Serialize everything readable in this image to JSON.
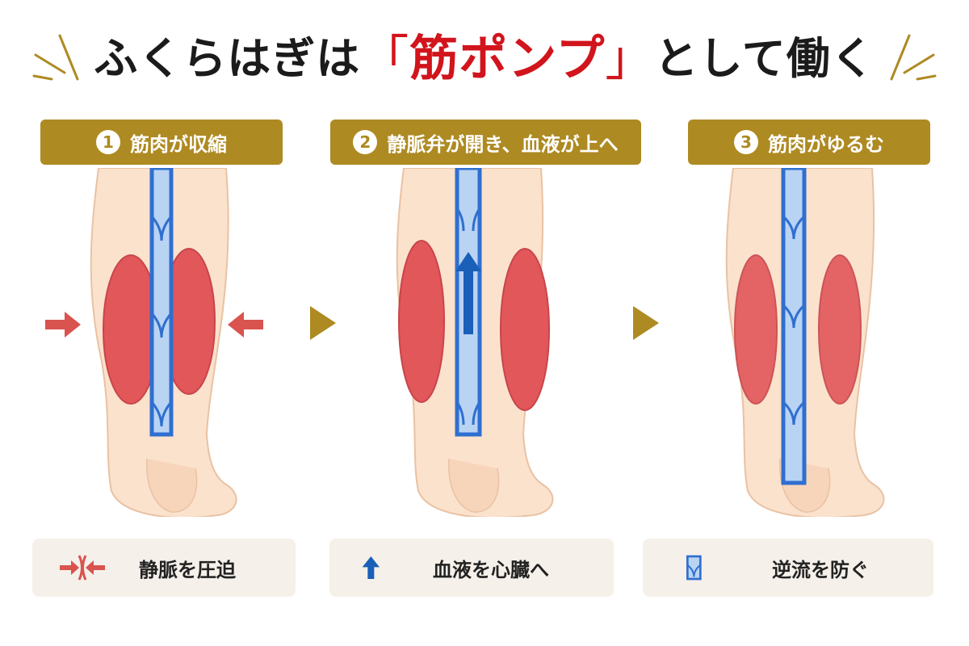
{
  "title": {
    "prefix": "ふくらはぎは",
    "open_bracket": "「",
    "highlight": "筋ポンプ",
    "close_bracket": "」",
    "suffix": "として働く"
  },
  "steps": [
    {
      "number": "1",
      "label": "筋肉が収縮"
    },
    {
      "number": "2",
      "label": "静脈弁が開き、血液が上へ"
    },
    {
      "number": "3",
      "label": "筋肉がゆるむ"
    }
  ],
  "info": [
    {
      "icon": "compress-arrows-icon",
      "text": "静脈を圧迫"
    },
    {
      "icon": "up-arrow-icon",
      "text": "血液を心臓へ"
    },
    {
      "icon": "vein-valve-icon",
      "text": "逆流を防ぐ"
    }
  ],
  "colors": {
    "gold": "#ae8a22",
    "red": "#d2141c",
    "muscle": "#e2575a",
    "vein": "#2f6fd0",
    "skin": "#fbe2cd",
    "pressure_arrow": "#d9534f",
    "flow_arrow": "#1a5fb8"
  }
}
